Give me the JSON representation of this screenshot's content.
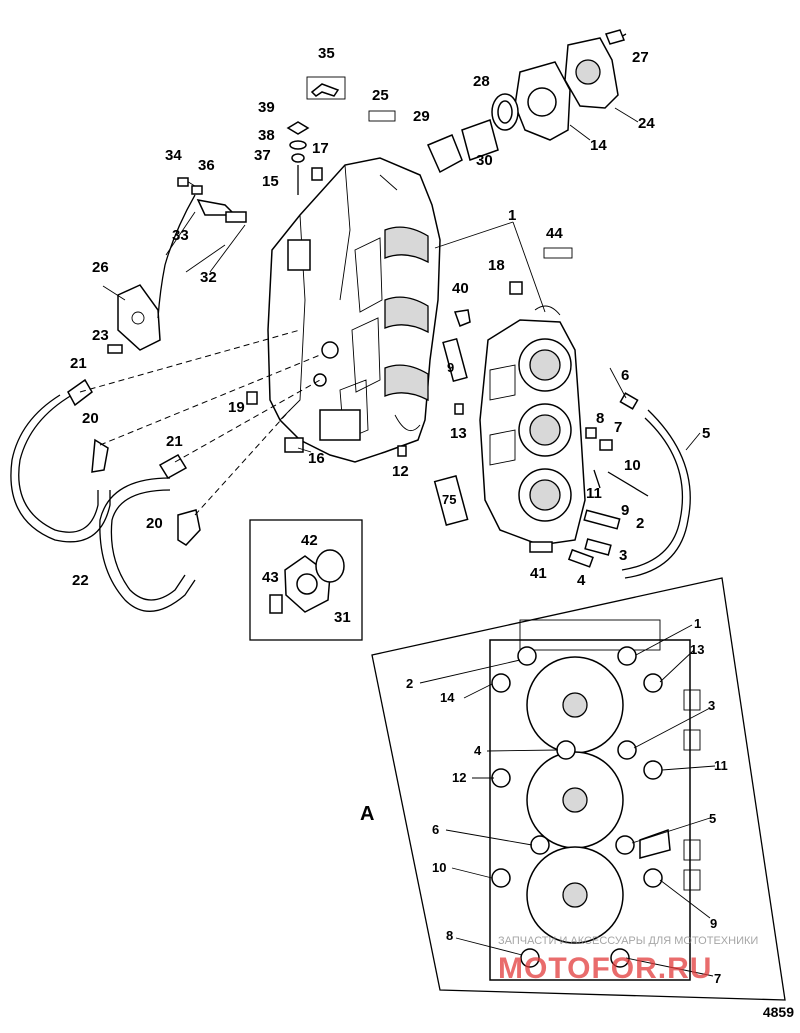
{
  "diagram": {
    "id_number": "4859",
    "detail_label": "A",
    "part_labels": [
      "1",
      "2",
      "3",
      "4",
      "5",
      "6",
      "7",
      "8",
      "9",
      "10",
      "11",
      "12",
      "13",
      "14",
      "15",
      "16",
      "17",
      "18",
      "19",
      "20",
      "20",
      "21",
      "21",
      "22",
      "23",
      "24",
      "25",
      "26",
      "27",
      "28",
      "29",
      "30",
      "31",
      "32",
      "33",
      "34",
      "35",
      "36",
      "37",
      "38",
      "39",
      "40",
      "41",
      "42",
      "43",
      "44",
      "75"
    ],
    "torque_sequence_labels": [
      "1",
      "2",
      "3",
      "4",
      "5",
      "6",
      "7",
      "8",
      "9",
      "10",
      "11",
      "12",
      "13",
      "14"
    ]
  },
  "watermark": {
    "tagline": "ЗАПЧАСТИ И АКСЕССУАРЫ ДЛЯ МОТОТЕХНИКИ",
    "brand": "MOTOFOR.RU",
    "color": "#e23b3b"
  }
}
